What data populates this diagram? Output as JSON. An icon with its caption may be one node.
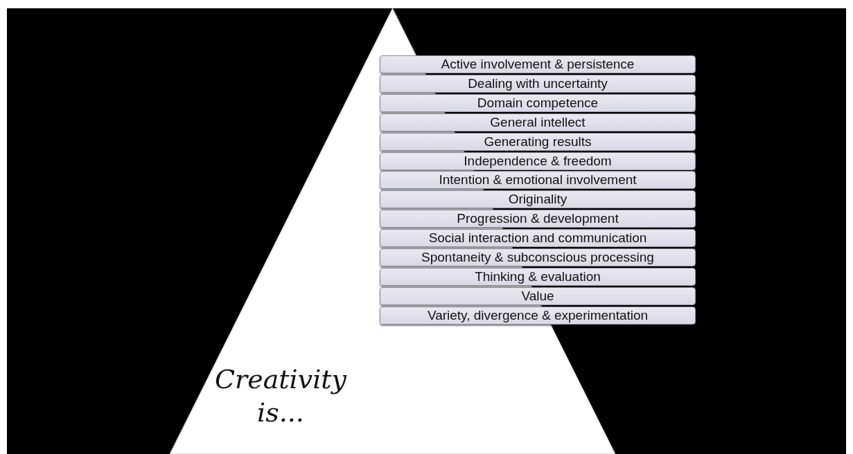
{
  "diagram": {
    "nodes": [
      {
        "text": [
          "Creativity is..."
        ]
      },
      {
        "text": [
          "Active involvement & persistence"
        ]
      },
      {
        "text": [
          "Dealing with uncertainty"
        ]
      },
      {
        "text": [
          "Domain competence"
        ]
      },
      {
        "text": [
          "General intellect"
        ]
      },
      {
        "text": [
          "Generating results"
        ]
      },
      {
        "text": [
          "Independence & freedom"
        ]
      },
      {
        "text": [
          "Intention & emotional involvement"
        ]
      },
      {
        "text": [
          "Originality"
        ]
      },
      {
        "text": [
          "Progression & development"
        ]
      },
      {
        "text": [
          "Social interaction and communication"
        ]
      },
      {
        "text": [
          "Spontaneity & subconscious processing"
        ]
      },
      {
        "text": [
          "Thinking & evaluation"
        ]
      },
      {
        "text": [
          "Value"
        ]
      },
      {
        "text": [
          "Variety, divergence & experimentation"
        ]
      }
    ]
  }
}
